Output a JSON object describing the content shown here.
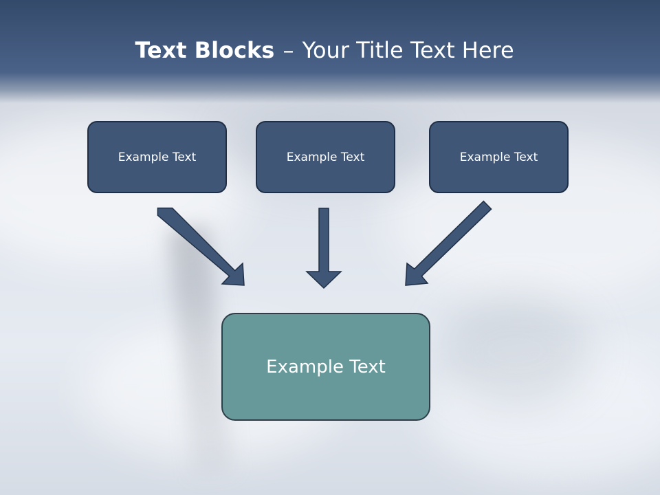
{
  "title": {
    "bold": "Text Blocks",
    "separator": "–",
    "regular": "Your Title Text Here"
  },
  "blocks": {
    "left": "Example Text",
    "middle": "Example Text",
    "right": "Example Text"
  },
  "center": {
    "label": "Example Text"
  },
  "colors": {
    "title_bar": "#3e5579",
    "top_box_fill": "#3f5677",
    "center_box_fill": "#67999a",
    "arrow_fill": "#3f5677"
  }
}
